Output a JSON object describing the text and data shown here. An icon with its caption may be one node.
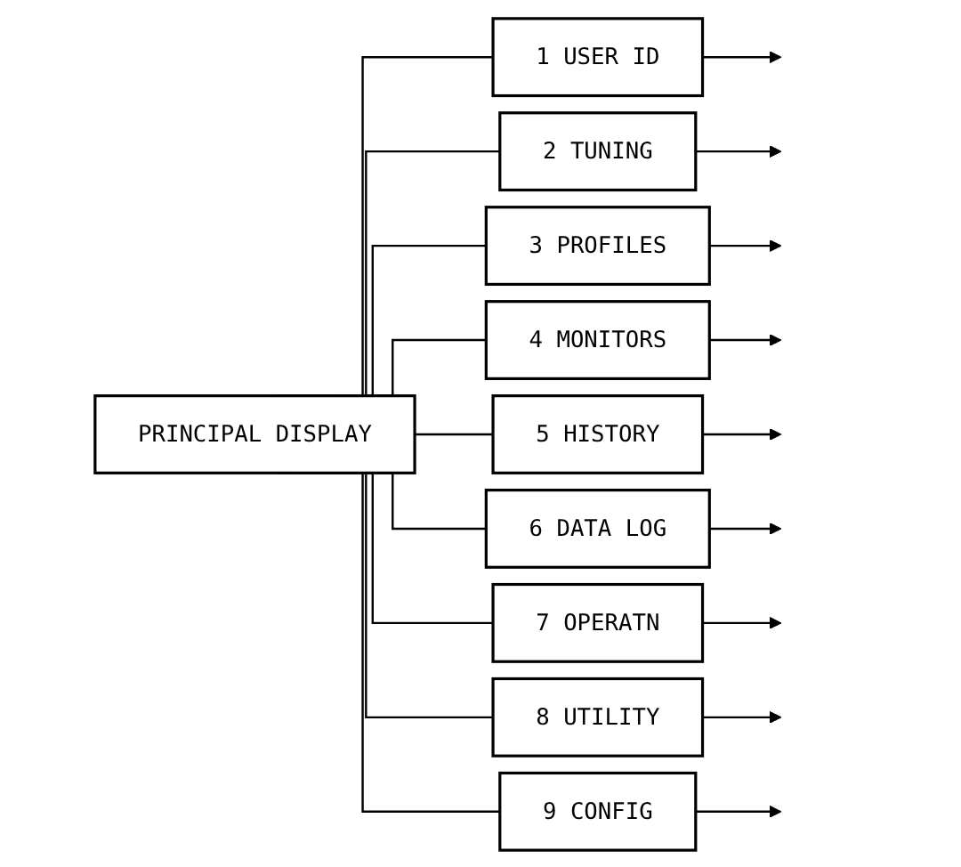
{
  "diagram": {
    "nodes": [
      {
        "text": [
          "PRINCIPAL DISPLAY"
        ]
      },
      {
        "text": [
          "1 USER ID"
        ]
      },
      {
        "text": [
          "2 TUNING"
        ]
      },
      {
        "text": [
          "3 PROFILES"
        ]
      },
      {
        "text": [
          "4 MONITORS"
        ]
      },
      {
        "text": [
          "5 HISTORY"
        ]
      },
      {
        "text": [
          "6 DATA LOG"
        ]
      },
      {
        "text": [
          "7 OPERATN"
        ]
      },
      {
        "text": [
          "8 UTILITY"
        ]
      },
      {
        "text": [
          "9 CONFIG"
        ]
      }
    ],
    "edges": [
      {
        "from": 0,
        "to": 1,
        "arrow": "none"
      },
      {
        "from": 0,
        "to": 2,
        "arrow": "none"
      },
      {
        "from": 0,
        "to": 3,
        "arrow": "none"
      },
      {
        "from": 0,
        "to": 4,
        "arrow": "none"
      },
      {
        "from": 0,
        "to": 5,
        "arrow": "none"
      },
      {
        "from": 0,
        "to": 6,
        "arrow": "none"
      },
      {
        "from": 0,
        "to": 7,
        "arrow": "none"
      },
      {
        "from": 0,
        "to": 8,
        "arrow": "none"
      },
      {
        "from": 0,
        "to": 9,
        "arrow": "none"
      },
      {
        "from": 1,
        "to": null,
        "arrow": "to"
      },
      {
        "from": 2,
        "to": null,
        "arrow": "to"
      },
      {
        "from": 3,
        "to": null,
        "arrow": "to"
      },
      {
        "from": 4,
        "to": null,
        "arrow": "to"
      },
      {
        "from": 5,
        "to": null,
        "arrow": "to"
      },
      {
        "from": 6,
        "to": null,
        "arrow": "to"
      },
      {
        "from": 7,
        "to": null,
        "arrow": "to"
      },
      {
        "from": 8,
        "to": null,
        "arrow": "to"
      },
      {
        "from": 9,
        "to": null,
        "arrow": "to"
      }
    ]
  }
}
